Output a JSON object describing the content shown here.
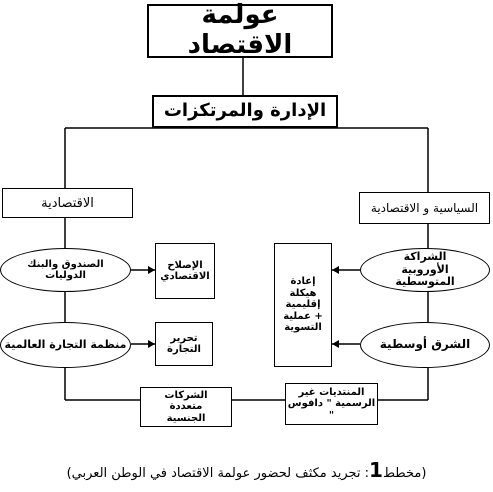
{
  "title": "عولمة الاقتصاد",
  "management": "الإدارة والمرتكزات",
  "left_branch": "الاقتصادية",
  "right_branch": "السياسية و الاقتصادية",
  "left_ellipse_1": "الصندوق والبنك الدوليات",
  "left_ellipse_2": "منظمة التجارة العالمية",
  "left_box_1": "الإصلاح الاقتصادي",
  "left_box_2": "تحرير التجارة",
  "right_ellipse_1": "الشراكة الأوروبية المتوسطية",
  "right_ellipse_2": "الشرق أوسطية",
  "right_tall_box": "إعادة هيكلة إقليمية + عملية التسوية",
  "bottom_left_box": "الشركات متعددة الجنسية",
  "bottom_right_box": "المنتديات غير الرسمية \" دافوس \"",
  "caption": {
    "label": "مخطط",
    "number": "1",
    "text": ": تجريد مكثف لحضور عولمة الاقتصاد في الوطن العربي"
  }
}
